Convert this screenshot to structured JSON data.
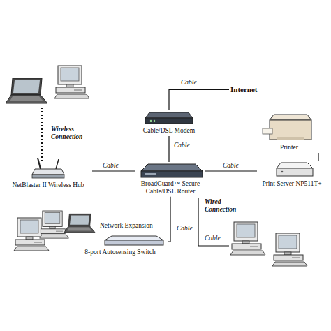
{
  "diagram": {
    "nodes": [
      {
        "text": [
          "Internet"
        ]
      },
      {
        "text": [
          "Cable/DSL Modem"
        ]
      },
      {
        "text": [
          "NetBlaster II Wireless Hub"
        ]
      },
      {
        "text": [
          "BroadGuard™ Secure Cable/DSL Router"
        ]
      },
      {
        "text": [
          "Printer"
        ]
      },
      {
        "text": [
          "Print Server NP511T+"
        ]
      },
      {
        "text": [
          "8-port Autosensing Switch"
        ]
      }
    ],
    "edges": [
      {
        "from": 0,
        "to": 1,
        "label": "Cable",
        "arrow": "none"
      },
      {
        "from": 1,
        "to": 3,
        "label": "Cable",
        "arrow": "none"
      },
      {
        "from": 2,
        "to": 3,
        "label": "Cable",
        "arrow": "none"
      },
      {
        "from": 3,
        "to": 5,
        "label": "Cable",
        "arrow": "none"
      },
      {
        "from": 4,
        "to": 5,
        "arrow": "none"
      },
      {
        "from": 3,
        "to": 6,
        "label": "Cable",
        "arrow": "none"
      }
    ],
    "labels": [
      "Wireless Connection",
      "Network Expansion",
      "Wired Connection",
      "Cable"
    ]
  }
}
